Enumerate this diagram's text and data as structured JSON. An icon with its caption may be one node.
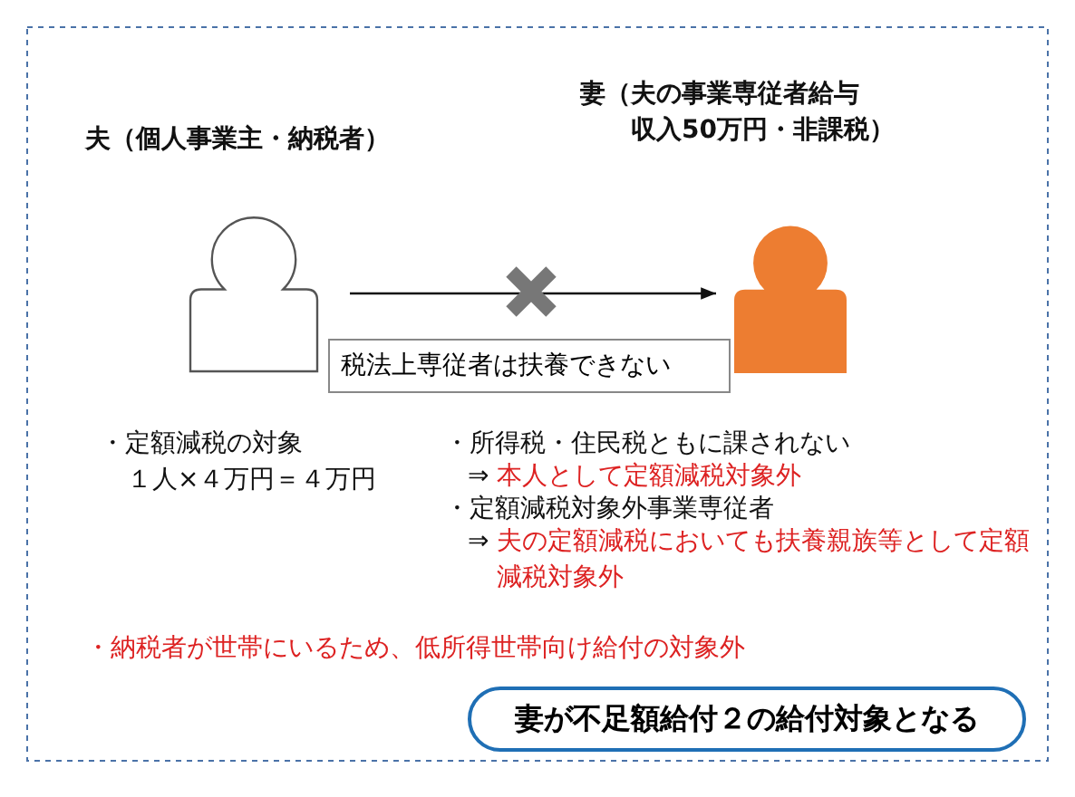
{
  "diagram": {
    "nodes": [
      {
        "text": [
          "夫（個人事業主・納税者）"
        ]
      },
      {
        "text": [
          "妻（夫の事業専従者給与収入50万円・非課税）"
        ]
      },
      {
        "text": [
          "税法上専従者は扶養できない"
        ]
      },
      {
        "text": [
          "妻が不足額給付２の給付対象となる"
        ]
      }
    ],
    "edges": [
      {
        "from": 0,
        "to": 1,
        "arrow": "to"
      }
    ],
    "labels": [
      "・定額減税の対象",
      "１人×４万円＝４万円",
      "・所得税・住民税ともに課されない",
      "⇒",
      "本人として定額減税対象外",
      "・定額減税対象外事業専従者",
      "⇒",
      "夫の定額減税においても扶養親族等として定額減税対象外",
      "・納税者が世帯にいるため、低所得世帯向け給付の対象外"
    ]
  }
}
